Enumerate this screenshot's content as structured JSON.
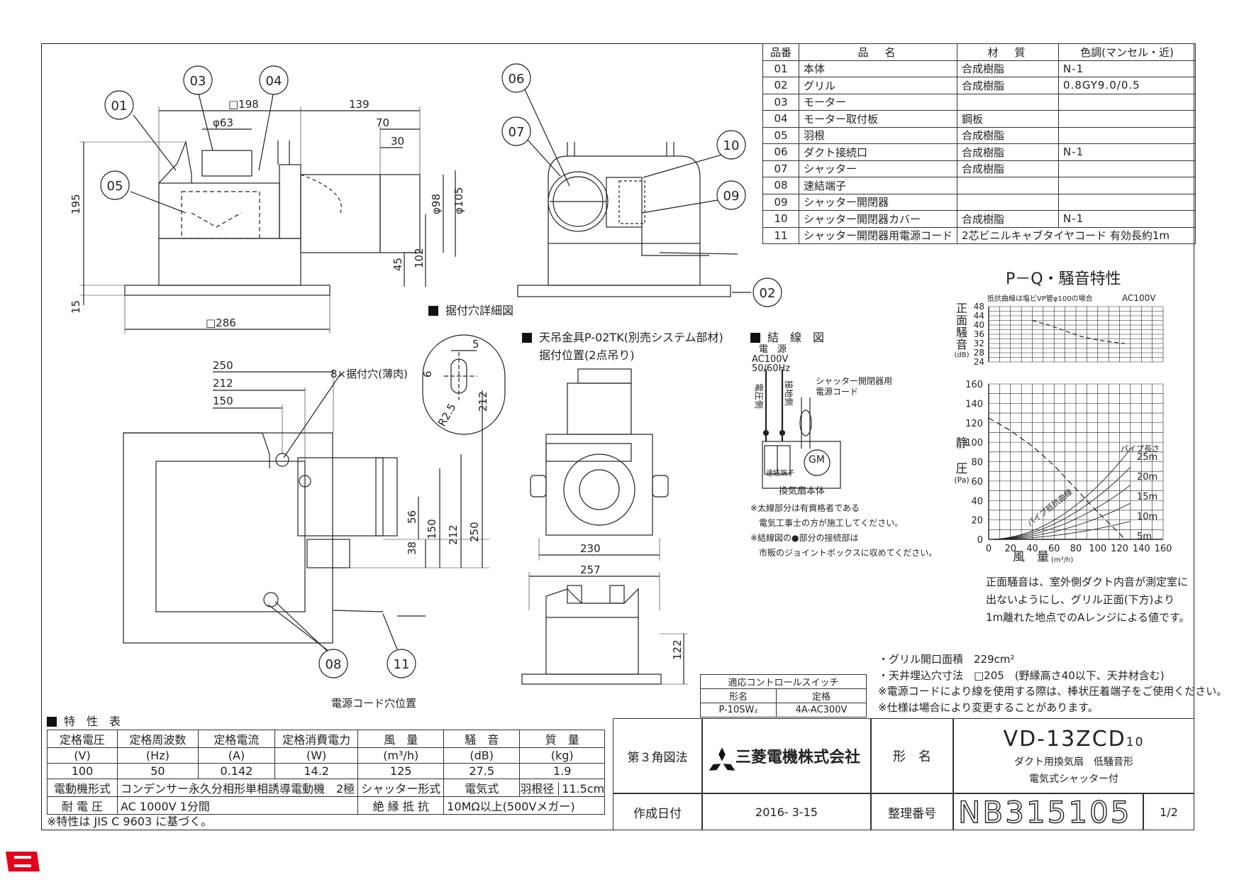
{
  "parts_table": {
    "headers": [
      "品番",
      "品　名",
      "材　質",
      "色調(マンセル・近)"
    ],
    "rows": [
      [
        "01",
        "本体",
        "合成樹脂",
        "N-1"
      ],
      [
        "02",
        "グリル",
        "合成樹脂",
        "0.8GY9.0/0.5"
      ],
      [
        "03",
        "モーター",
        "",
        ""
      ],
      [
        "04",
        "モーター取付板",
        "鋼板",
        ""
      ],
      [
        "05",
        "羽根",
        "合成樹脂",
        ""
      ],
      [
        "06",
        "ダクト接続口",
        "合成樹脂",
        "N-1"
      ],
      [
        "07",
        "シャッター",
        "合成樹脂",
        ""
      ],
      [
        "08",
        "速結端子",
        "",
        ""
      ],
      [
        "09",
        "シャッター開閉器",
        "",
        ""
      ],
      [
        "10",
        "シャッター開閉器カバー",
        "合成樹脂",
        "N-1"
      ],
      [
        "11",
        "シャッター開閉器用電源コード",
        "2芯ビニルキャブタイヤコード 有効長約1m",
        ""
      ]
    ]
  },
  "callouts": [
    "01",
    "02",
    "03",
    "04",
    "05",
    "06",
    "07",
    "08",
    "09",
    "10",
    "11"
  ],
  "dims": {
    "d198": "□198",
    "d63": "φ63",
    "d139": "139",
    "d70": "70",
    "d30": "30",
    "d195": "195",
    "d98": "φ98",
    "d105": "φ105",
    "d45": "45",
    "d102": "102",
    "d15": "15",
    "d286": "□286",
    "d250": "250",
    "d212": "212",
    "d150": "150",
    "d56": "56",
    "d38": "38",
    "d230": "230",
    "d257": "257",
    "d122": "122",
    "d5": "5",
    "d6": "6",
    "dR25": "R2.5",
    "d212b": "212"
  },
  "labels": {
    "hole_detail": "据付穴詳細図",
    "mount_title": "天吊金具P-02TK(別売システム部材)",
    "mount_sub": "据付位置(2点吊り)",
    "wiring_title": "結　線　図",
    "mount_holes": "8×据付穴(薄肉)",
    "cord_hole": "電源コード穴位置",
    "power_head": "電　源",
    "power_v": "AC100V",
    "power_hz": "50/60Hz",
    "volt_side": "電圧側",
    "ground_side": "接地側",
    "shutter_cord": "シャッター開閉器用",
    "shutter_cord2": "電源コード",
    "quick_term": "速結端子",
    "fan_body": "換気扇本体",
    "gm": "GM",
    "w_note1": "※太線部分は有資格者である",
    "w_note2": "電気工事士の方が施工してください。",
    "w_note3": "※結線図の●部分の接続部は",
    "w_note4": "市販のジョイントボックスに収めてください。"
  },
  "chart_data": {
    "type": "line",
    "title": "P－Q・騒音特性",
    "subtitle": "抵抗曲線は塩ビVP管φ100の場合",
    "supply": "AC100V",
    "noise_axis": {
      "label": "正面騒音",
      "unit": "(dB)",
      "ticks": [
        24,
        28,
        32,
        36,
        40,
        44,
        48
      ],
      "ylim": [
        24,
        48
      ]
    },
    "pressure_axis": {
      "label": "静圧",
      "unit": "(Pa)",
      "ticks": [
        0,
        20,
        40,
        60,
        80,
        100,
        120,
        140,
        160
      ],
      "ylim": [
        0,
        160
      ]
    },
    "x_axis": {
      "label": "風　量",
      "unit": "(m³/h)",
      "ticks": [
        0,
        20,
        40,
        60,
        80,
        100,
        120,
        140,
        160
      ],
      "xlim": [
        0,
        160
      ]
    },
    "noise_series": {
      "x": [
        40,
        55,
        70,
        85,
        100,
        115,
        125
      ],
      "y": [
        42,
        40,
        37.5,
        35,
        33.5,
        32.5,
        32
      ]
    },
    "pq_series": {
      "x": [
        0,
        20,
        40,
        60,
        80,
        100,
        120,
        125
      ],
      "y": [
        125,
        112,
        96,
        76,
        52,
        28,
        6,
        0
      ]
    },
    "resistance_label": "パイプ抵抗曲線",
    "pipe_title": "パイプ長さ",
    "pipe_curves": [
      {
        "name": "25m",
        "k": 0.0055
      },
      {
        "name": "20m",
        "k": 0.0044
      },
      {
        "name": "15m",
        "k": 0.0033
      },
      {
        "name": "10m",
        "k": 0.0022
      },
      {
        "name": "5m",
        "k": 0.0011
      }
    ],
    "grid": true
  },
  "noise_note": [
    "正面騒音は、室外側ダクト内音が測定室に",
    "出ないようにし、グリル正面(下方)より",
    "1m離れた地点でのAレンジによる値です。"
  ],
  "notes": [
    "・グリル開口面積　229cm²",
    "・天井埋込穴寸法　□205　(野縁高さ40以下、天井材含む)",
    "※電源コードにより線を使用する際は、棒状圧着端子をご使用ください。",
    "※仕様は場合により変更することがあります。"
  ],
  "switch_table": {
    "title": "適応コントロールスイッチ",
    "h1": "形名",
    "h2": "定格",
    "v1": "P-10SW₂",
    "v2": "4A-AC300V"
  },
  "char_table": {
    "title": "特　性　表",
    "headers": [
      "定格電圧",
      "定格周波数",
      "定格電流",
      "定格消費電力",
      "風　量",
      "騒　音",
      "質　量"
    ],
    "units": [
      "(V)",
      "(Hz)",
      "(A)",
      "(W)",
      "(m³/h)",
      "(dB)",
      "(kg)"
    ],
    "values": [
      "100",
      "50",
      "0.142",
      "14.2",
      "125",
      "27.5",
      "1.9"
    ],
    "motor_label": "電動機形式",
    "motor_value": "コンデンサー永久分相形単相誘導電動機　2極",
    "shutter_label": "シャッター形式",
    "shutter_value": "電気式",
    "blade_label": "羽根径",
    "blade_value": "11.5cm",
    "withstand_label": "耐 電 圧",
    "withstand_value": "AC 1000V 1分間",
    "insulation_label": "絶 縁 抵 抗",
    "insulation_value": "10MΩ以上(500Vメガー)",
    "footnote": "※特性は JIS C 9603 に基づく。"
  },
  "title_block": {
    "projection": "第３角図法",
    "company": "三菱電機株式会社",
    "model_label": "形　名",
    "model": "VD-13ZCD",
    "model_sub": "10",
    "desc1": "ダクト用換気扇　低騒音形",
    "desc2": "電気式シャッター付",
    "date_label": "作成日付",
    "date": "2016- 3-15",
    "num_label": "整理番号",
    "number": "NB315105",
    "page": "1/2"
  },
  "colors": {
    "line": "#222222",
    "logo": "#e2001a"
  }
}
